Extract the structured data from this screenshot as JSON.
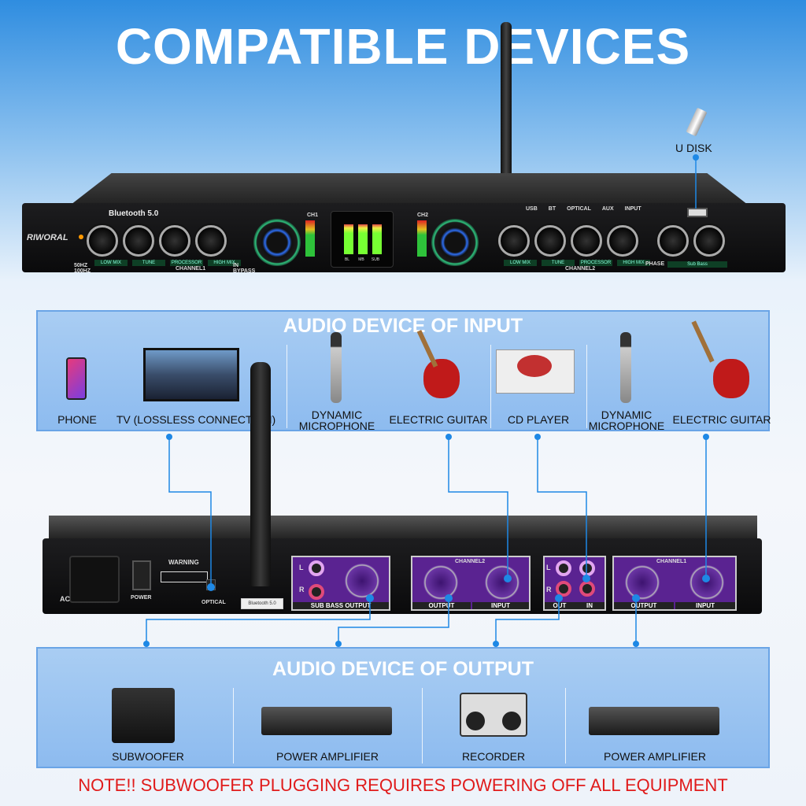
{
  "title": "COMPATIBLE DEVICES",
  "udisk_label": "U DISK",
  "front": {
    "brand": "RIWORAL",
    "bluetooth": "Bluetooth 5.0",
    "ch1": "CH1",
    "ch2": "CH2",
    "meters": [
      "BL",
      "MB",
      "SUB"
    ],
    "ch1_groups": [
      "LOW MIX",
      "TUNE",
      "PROCESSOR",
      "HIGH MIX"
    ],
    "ch1_label": "CHANNEL1",
    "freq": "50HZ 100HZ",
    "bypass": "IN BYPASS",
    "ch2_groups": [
      "LOW MIX",
      "TUNE",
      "PROCESSOR",
      "HIGH MIX"
    ],
    "ch2_label": "CHANNEL2",
    "phase": "PHASE",
    "subbass": "Sub Bass",
    "inputs": [
      "USB",
      "BT",
      "OPTICAL",
      "AUX",
      "INPUT"
    ]
  },
  "input_section": {
    "title": "AUDIO DEVICE OF INPUT",
    "devices": [
      "PHONE",
      "TV (LOSSLESS CONNECTION)",
      "DYNAMIC MICROPHONE",
      "ELECTRIC GUITAR",
      "CD PLAYER",
      "DYNAMIC MICROPHONE",
      "ELECTRIC GUITAR"
    ]
  },
  "back": {
    "ac": "AC",
    "power": "POWER",
    "warning": "WARNING",
    "optical": "OPTICAL",
    "bluetooth": "Bluetooth 5.0",
    "sub_bass_output": "SUB BASS OUTPUT",
    "channel2": "CHANNEL2",
    "channel1": "CHANNEL1",
    "output": "OUTPUT",
    "input": "INPUT",
    "out": "OUT",
    "in": "IN",
    "l": "L",
    "r": "R"
  },
  "output_section": {
    "title": "AUDIO DEVICE OF OUTPUT",
    "devices": [
      "SUBWOOFER",
      "POWER AMPLIFIER",
      "RECORDER",
      "POWER AMPLIFIER"
    ]
  },
  "note": "NOTE!! SUBWOOFER PLUGGING REQUIRES POWERING OFF ALL EQUIPMENT",
  "colors": {
    "line": "#1e88e5",
    "note": "#e01b1b",
    "panel": "#8dbbef"
  }
}
